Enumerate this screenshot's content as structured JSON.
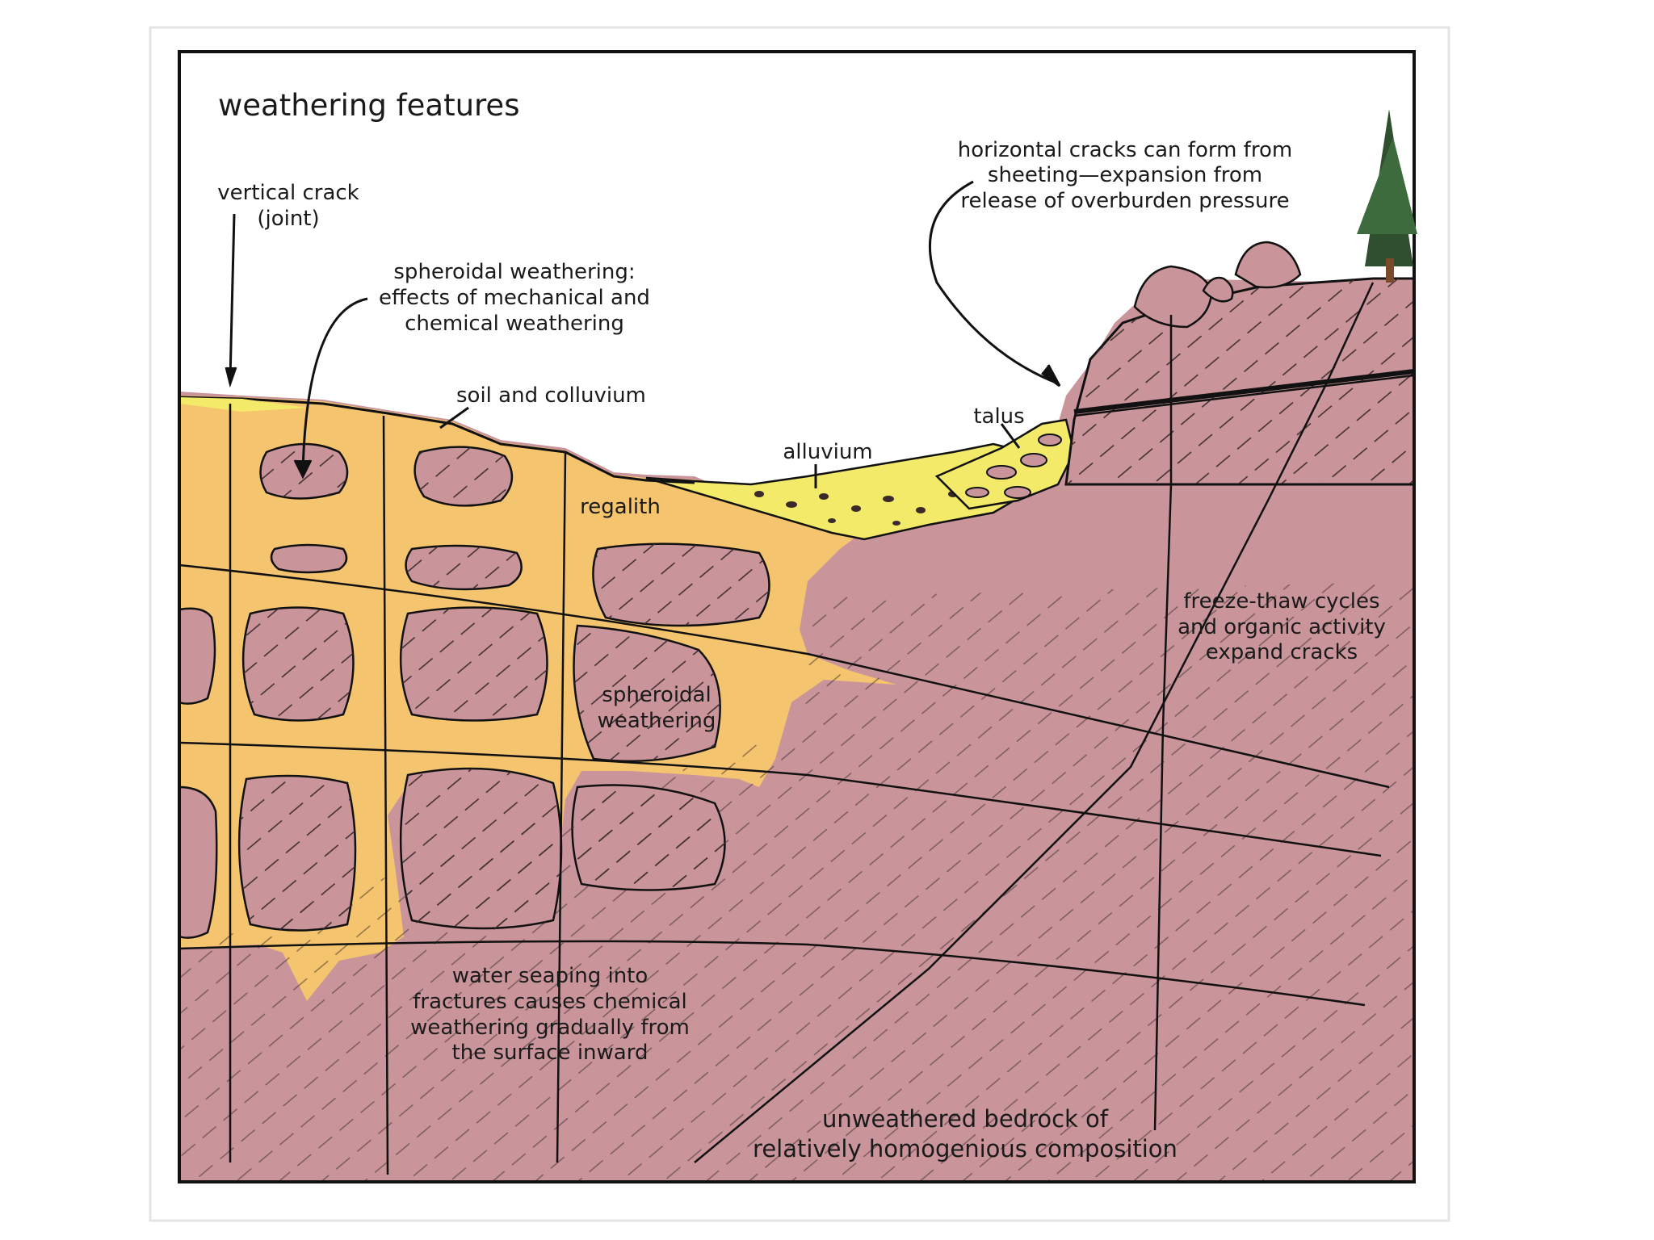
{
  "title": "weathering features",
  "labels": {
    "vertical_crack": [
      "vertical crack",
      "(joint)"
    ],
    "spheroidal_top": [
      "spheroidal weathering:",
      "effects of mechanical and",
      "chemical weathering"
    ],
    "soil": "soil and colluvium",
    "alluvium": "alluvium",
    "talus": "talus",
    "regolith": "regalith",
    "horizontal_cracks": [
      "horizontal cracks can form from",
      "sheeting—expansion from",
      "release of overburden pressure"
    ],
    "freeze_thaw": [
      "freeze-thaw cycles",
      "and organic activity",
      "expand cracks"
    ],
    "spheroidal_mid": [
      "spheroidal",
      "weathering"
    ],
    "water": [
      "water seaping into",
      "fractures causes chemical",
      "weathering gradually from",
      "the surface inward"
    ],
    "bedrock": [
      "unweathered bedrock of",
      "relatively homogenious composition"
    ]
  },
  "colors": {
    "bedrock": "#c9959b",
    "regolith": "#f5c46e",
    "alluvium": "#f3ea6a",
    "outline": "#111111",
    "tree": "#2f4f2f"
  }
}
